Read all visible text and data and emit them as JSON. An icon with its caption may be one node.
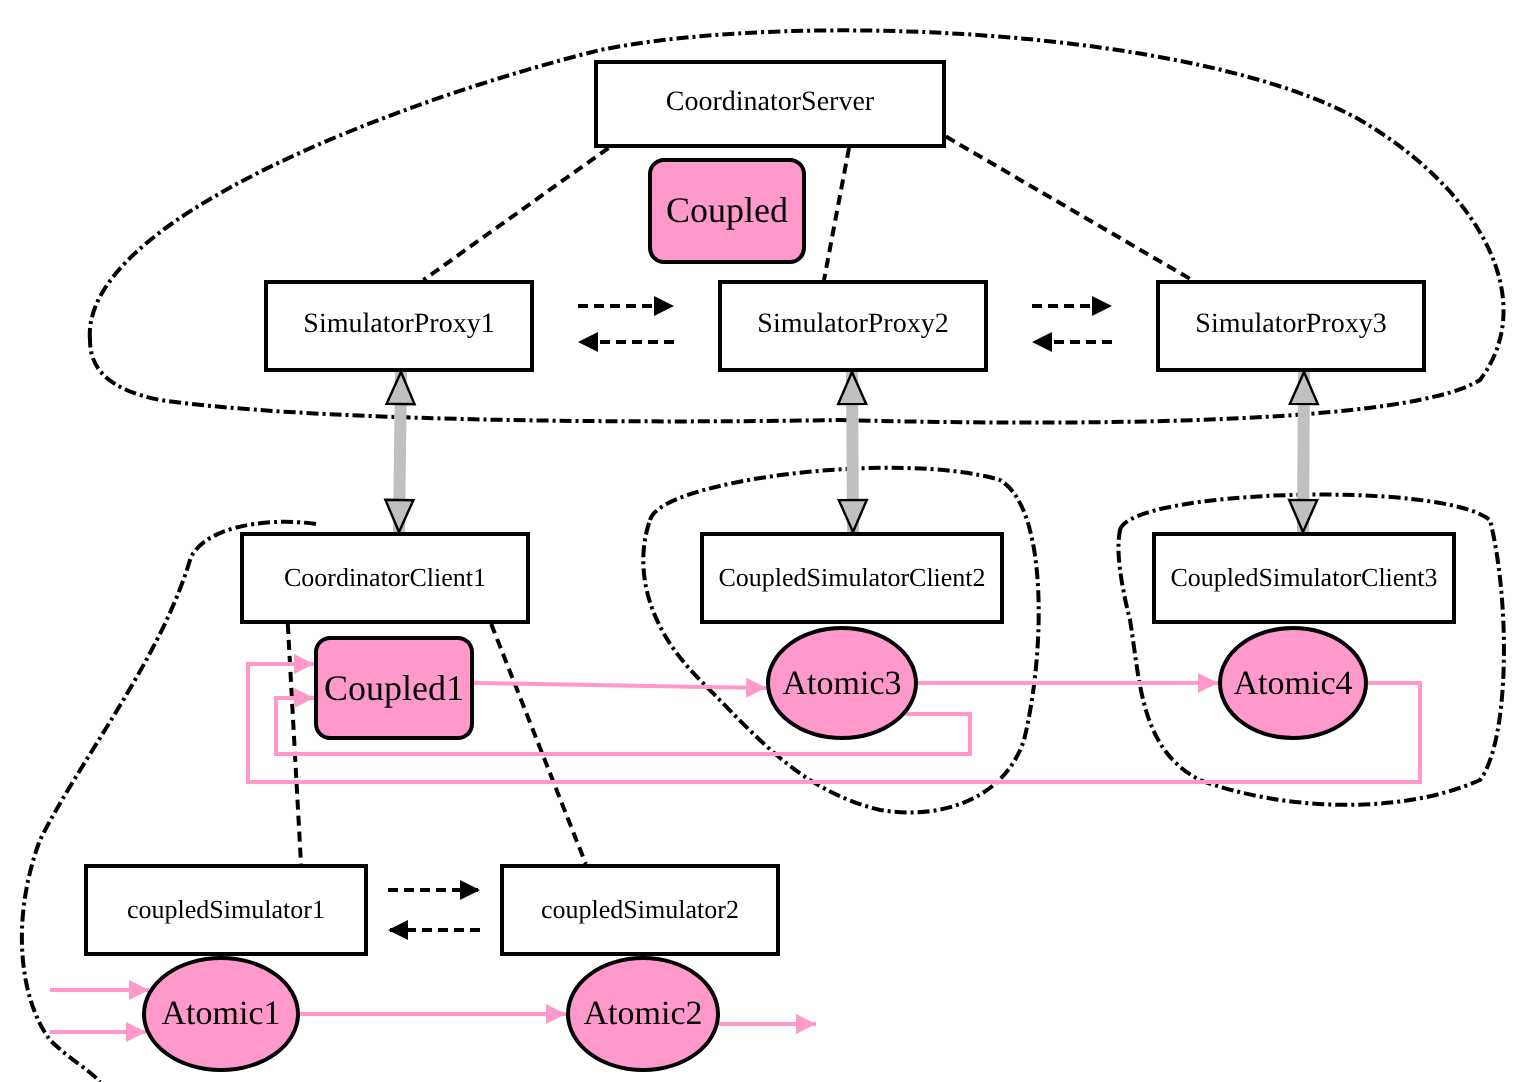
{
  "diagram": {
    "nodes": [
      {
        "text": [
          "CoordinatorServer"
        ]
      },
      {
        "text": [
          "Coupled"
        ]
      },
      {
        "text": [
          "SimulatorProxy1"
        ]
      },
      {
        "text": [
          "SimulatorProxy2"
        ]
      },
      {
        "text": [
          "SimulatorProxy3"
        ]
      },
      {
        "text": [
          "CoordinatorClient1"
        ]
      },
      {
        "text": [
          "CoupledSimulatorClient2"
        ]
      },
      {
        "text": [
          "CoupledSimulatorClient3"
        ]
      },
      {
        "text": [
          "Coupled1"
        ]
      },
      {
        "text": [
          "Atomic3"
        ]
      },
      {
        "text": [
          "Atomic4"
        ]
      },
      {
        "text": [
          "coupledSimulator1"
        ]
      },
      {
        "text": [
          "coupledSimulator2"
        ]
      },
      {
        "text": [
          "Atomic1"
        ]
      },
      {
        "text": [
          "Atomic2"
        ]
      }
    ],
    "edges": [
      {
        "from": 0,
        "to": 2,
        "arrow": "none",
        "style": "dashed"
      },
      {
        "from": 0,
        "to": 3,
        "arrow": "none",
        "style": "dashed"
      },
      {
        "from": 0,
        "to": 4,
        "arrow": "none",
        "style": "dashed"
      },
      {
        "from": 2,
        "to": 3,
        "arrow": "to",
        "style": "dashed"
      },
      {
        "from": 3,
        "to": 2,
        "arrow": "to",
        "style": "dashed"
      },
      {
        "from": 3,
        "to": 4,
        "arrow": "to",
        "style": "dashed"
      },
      {
        "from": 4,
        "to": 3,
        "arrow": "to",
        "style": "dashed"
      },
      {
        "from": 2,
        "to": 5,
        "arrow": "both",
        "style": "thick",
        "color": "#c0c0c0"
      },
      {
        "from": 3,
        "to": 6,
        "arrow": "both",
        "style": "thick",
        "color": "#c0c0c0"
      },
      {
        "from": 4,
        "to": 7,
        "arrow": "both",
        "style": "thick",
        "color": "#c0c0c0"
      },
      {
        "from": 5,
        "to": 11,
        "arrow": "none",
        "style": "dashed"
      },
      {
        "from": 5,
        "to": 12,
        "arrow": "none",
        "style": "dashed"
      },
      {
        "from": 11,
        "to": 12,
        "arrow": "to",
        "style": "dashed"
      },
      {
        "from": 12,
        "to": 11,
        "arrow": "to",
        "style": "dashed"
      },
      {
        "from": 8,
        "to": 9,
        "arrow": "to",
        "color": "#ff99cc"
      },
      {
        "from": 9,
        "to": 10,
        "arrow": "to",
        "color": "#ff99cc"
      },
      {
        "from": 10,
        "to": 8,
        "arrow": "to",
        "color": "#ff99cc"
      },
      {
        "from": 9,
        "to": 8,
        "arrow": "to",
        "color": "#ff99cc"
      },
      {
        "from": 13,
        "to": 14,
        "arrow": "to",
        "color": "#ff99cc"
      },
      {
        "from": 14,
        "to": null,
        "arrow": "to",
        "color": "#ff99cc"
      },
      {
        "from": null,
        "to": 13,
        "arrow": "to",
        "color": "#ff99cc"
      },
      {
        "from": null,
        "to": 13,
        "arrow": "to",
        "color": "#ff99cc"
      }
    ]
  }
}
